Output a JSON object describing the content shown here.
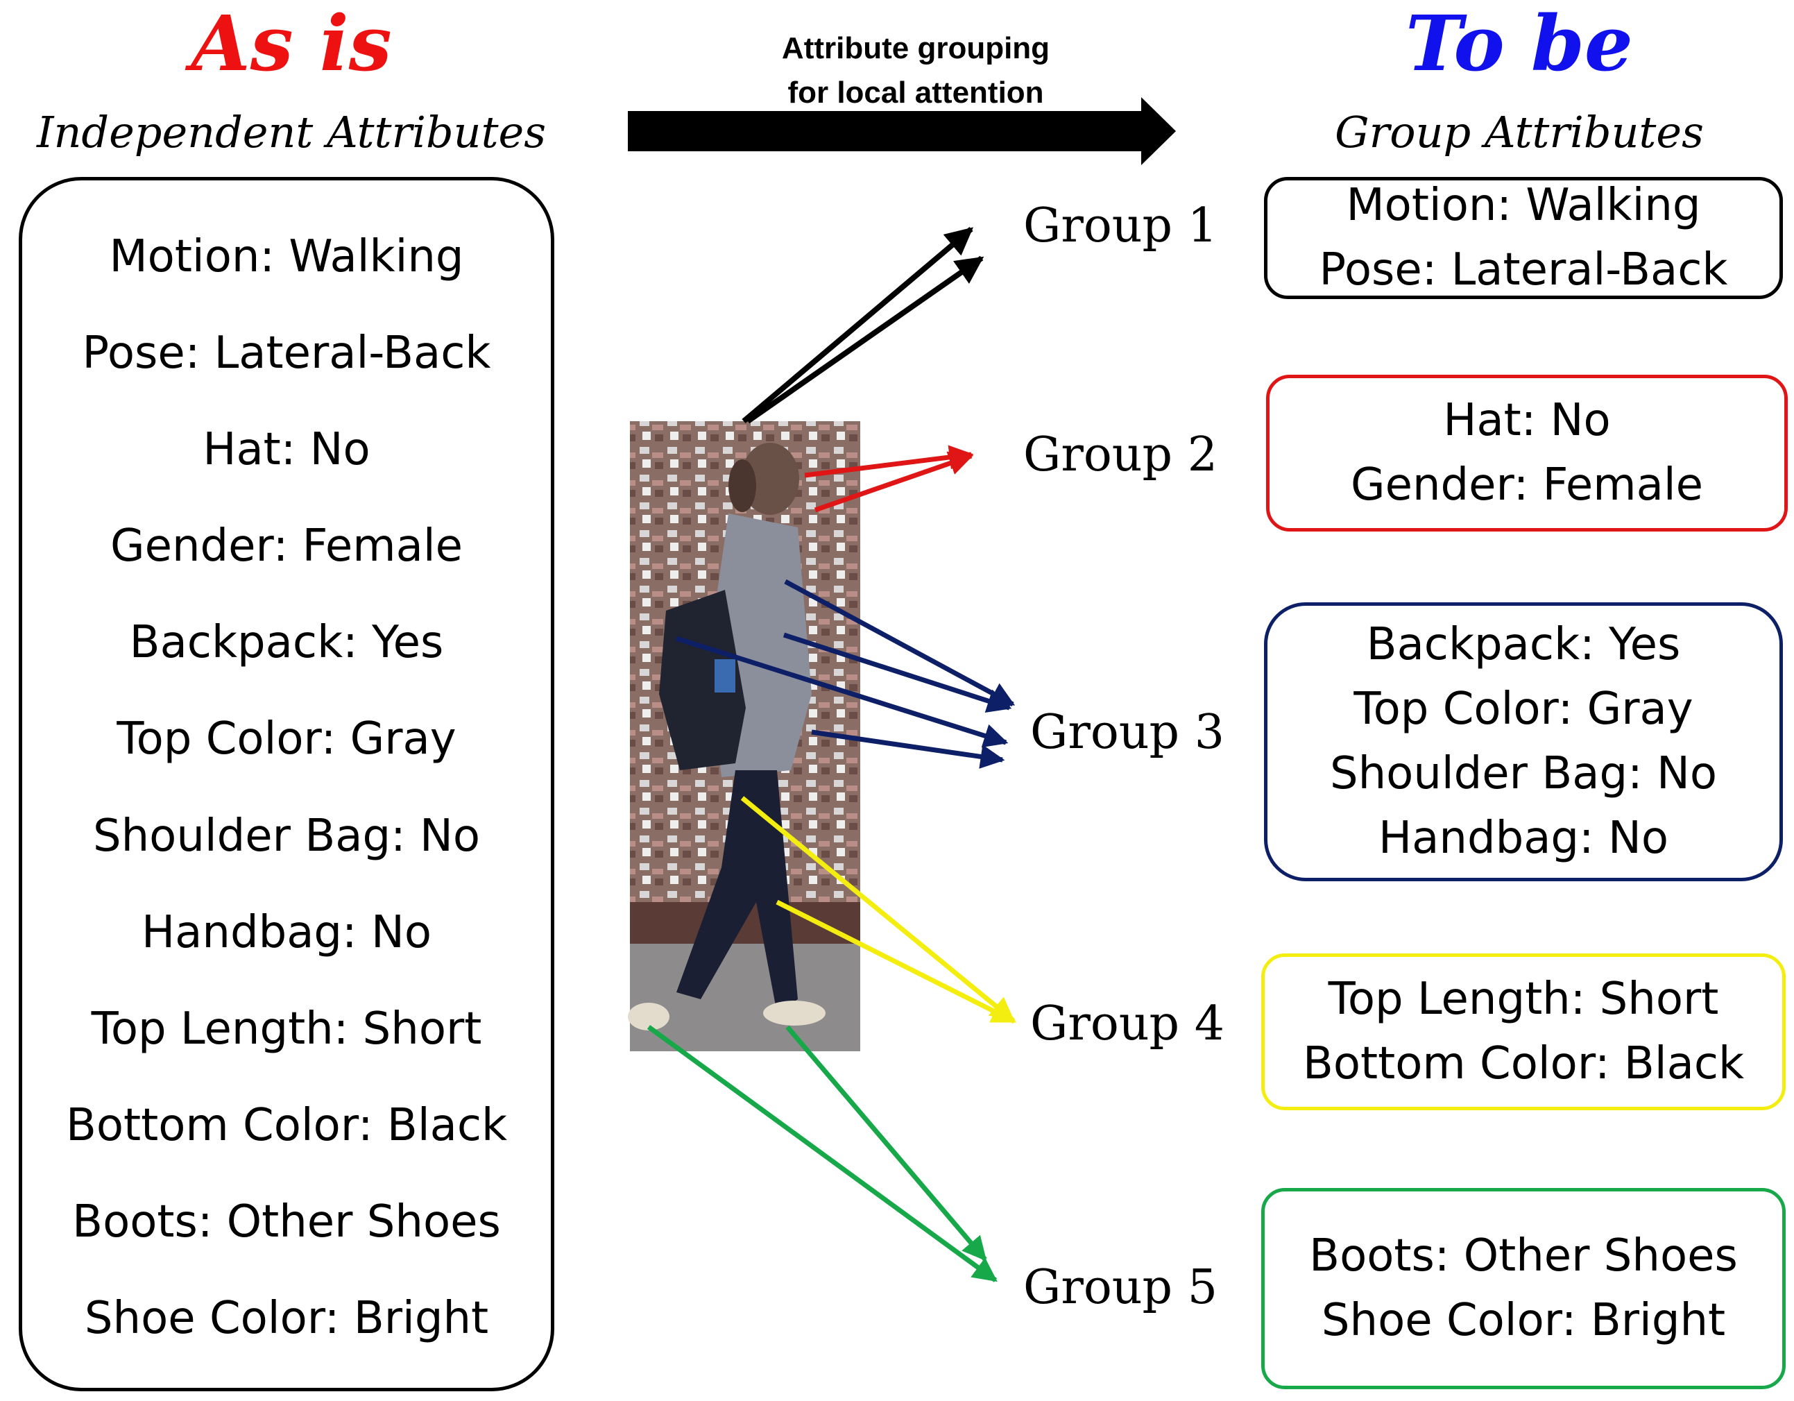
{
  "as_is": {
    "title": "As is",
    "subtitle": "Independent Attributes",
    "title_color": "#ee1111",
    "attributes": [
      "Motion: Walking",
      "Pose: Lateral-Back",
      "Hat: No",
      "Gender: Female",
      "Backpack: Yes",
      "Top Color: Gray",
      "Shoulder Bag: No",
      "Handbag: No",
      "Top Length: Short",
      "Bottom Color: Black",
      "Boots: Other Shoes",
      "Shoe Color: Bright"
    ]
  },
  "transition": {
    "caption_line1": "Attribute grouping",
    "caption_line2": "for local attention"
  },
  "to_be": {
    "title": "To be",
    "subtitle": "Group Attributes",
    "title_color": "#1111ee",
    "groups": [
      {
        "label": "Group 1",
        "color": "#000000",
        "attributes": [
          "Motion: Walking",
          "Pose: Lateral-Back"
        ]
      },
      {
        "label": "Group 2",
        "color": "#e01515",
        "attributes": [
          "Hat: No",
          "Gender: Female"
        ]
      },
      {
        "label": "Group 3",
        "color": "#0d1f66",
        "attributes": [
          "Backpack: Yes",
          "Top Color: Gray",
          "Shoulder Bag: No",
          "Handbag: No"
        ]
      },
      {
        "label": "Group 4",
        "color": "#f4ee10",
        "attributes": [
          "Top Length: Short",
          "Bottom Color: Black"
        ]
      },
      {
        "label": "Group 5",
        "color": "#17a84a",
        "attributes": [
          "Boots: Other Shoes",
          "Shoe Color: Bright"
        ]
      }
    ]
  }
}
